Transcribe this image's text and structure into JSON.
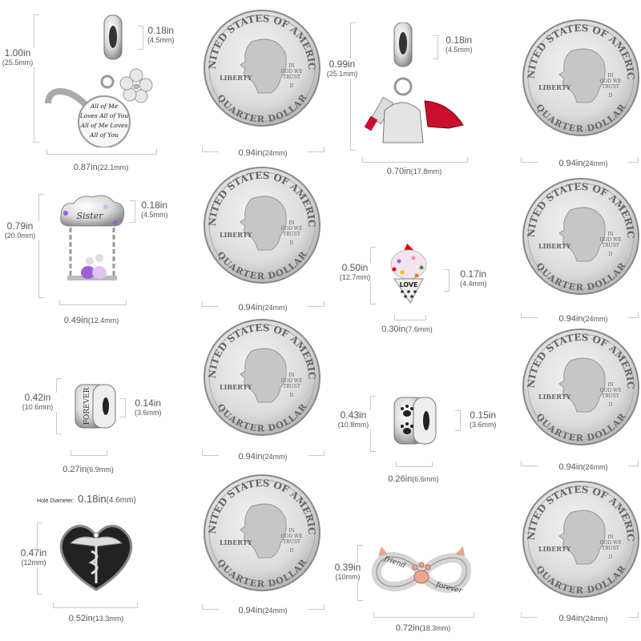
{
  "colors": {
    "text": "#555555",
    "bracket": "#c8c8c8",
    "silver": "#d9d9d9",
    "red": "#c8102e",
    "purple": "#9b5fd6",
    "rose_gold": "#e9a58f"
  },
  "coin": {
    "top_text": "UNITED STATES OF AMERICA",
    "motto": [
      "IN",
      "GOD WE",
      "TRUST"
    ],
    "liberty": "LIBERTY",
    "mint": "D",
    "bottom_text": "QUARTER DOLLAR",
    "width_in": "0.94in",
    "width_mm": "(24mm)"
  },
  "charms": [
    {
      "name": "infinity-love-dangle",
      "height_in": "1.00in",
      "height_mm": "(25.5mm)",
      "bead_in": "0.18in",
      "bead_mm": "(4.5mm)",
      "width_in": "0.87in",
      "width_mm": "(22.1mm)",
      "engraving": [
        "All of Me",
        "Loves All of You",
        "All of Me Loves",
        "All of You"
      ]
    },
    {
      "name": "fashion-dangle",
      "height_in": "0.99in",
      "height_mm": "(25.1mm)",
      "bead_in": "0.18in",
      "bead_mm": "(4.5mm)",
      "width_in": "0.70in",
      "width_mm": "(17.8mm)"
    },
    {
      "name": "sister-swing-dangle",
      "height_in": "0.79in",
      "height_mm": "(20.0mm)",
      "bead_in": "0.18in",
      "bead_mm": "(4.5mm)",
      "width_in": "0.49in",
      "width_mm": "(12.4mm)",
      "engraving": [
        "Sister"
      ]
    },
    {
      "name": "ice-cream-charm",
      "height_in": "0.50in",
      "height_mm": "(12.7mm)",
      "bead_in": "0.17in",
      "bead_mm": "(4.4mm)",
      "width_in": "0.30in",
      "width_mm": "(7.6mm)",
      "engraving": [
        "LOVE"
      ]
    },
    {
      "name": "forever-clip",
      "height_in": "0.42in",
      "height_mm": "(10.6mm)",
      "bead_in": "0.14in",
      "bead_mm": "(3.6mm)",
      "width_in": "0.27in",
      "width_mm": "(6.9mm)",
      "engraving": [
        "FOREVER"
      ]
    },
    {
      "name": "paw-clip",
      "height_in": "0.43in",
      "height_mm": "(10.8mm)",
      "bead_in": "0.15in",
      "bead_mm": "(3.6mm)",
      "width_in": "0.26in",
      "width_mm": "(6.6mm)"
    },
    {
      "name": "caduceus-heart-charm",
      "hole_label": "Hole Diameter:",
      "hole_in": "0.18in",
      "hole_mm": "(4.6mm)",
      "height_in": "0.47in",
      "height_mm": "(12mm)",
      "width_in": "0.52in",
      "width_mm": "(13.3mm)"
    },
    {
      "name": "friend-forever-infinity-charm",
      "height_in": "0.39in",
      "height_mm": "(10mm)",
      "width_in": "0.72in",
      "width_mm": "(18.3mm)",
      "engraving": [
        "friend",
        "forever"
      ]
    }
  ]
}
